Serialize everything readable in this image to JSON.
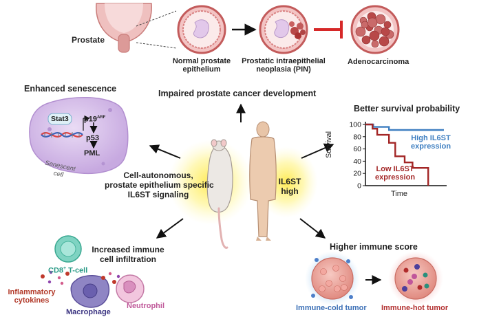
{
  "top": {
    "prostate": "Prostate",
    "normal_line1": "Normal prostate",
    "normal_line2": "epithelium",
    "pin_line1": "Prostatic intraepithelial",
    "pin_line2": "neoplasia (PIN)",
    "adeno": "Adenocarcinoma"
  },
  "center": {
    "impaired": "Impaired prostate cancer development",
    "signal_line1": "Cell-autonomous,",
    "signal_line2": "prostate epithelium specific",
    "signal_line3": "IL6ST signaling",
    "il6st_line1": "IL6ST",
    "il6st_line2": "high"
  },
  "senescence": {
    "title": "Enhanced senescence",
    "stat3": "Stat3",
    "p19": "p19",
    "p19_sup": "ARF",
    "p53": "p53",
    "pml": "PML",
    "cell_line1": "Senescent",
    "cell_line2": "cell"
  },
  "survival": {
    "title": "Better survival probability",
    "ylabel": "Survival",
    "xlabel": "Time",
    "high_line1": "High IL6ST",
    "high_line2": "expression",
    "low_line1": "Low IL6ST",
    "low_line2": "expression",
    "colors": {
      "high": "#3f7fc1",
      "low": "#a32626"
    }
  },
  "chart_data": {
    "type": "line",
    "title": "Better survival probability",
    "xlabel": "Time",
    "ylabel": "Survival",
    "ylim": [
      0,
      100
    ],
    "yticks": [
      0,
      20,
      40,
      60,
      80,
      100
    ],
    "xlim": [
      0,
      10
    ],
    "series": [
      {
        "name": "High IL6ST expression",
        "step": true,
        "x": [
          0,
          1.0,
          1.0,
          3.0,
          3.0,
          10
        ],
        "y": [
          100,
          100,
          96,
          96,
          91,
          91
        ]
      },
      {
        "name": "Low IL6ST expression",
        "step": true,
        "x": [
          0,
          0.9,
          0.9,
          1.5,
          1.5,
          3.0,
          3.0,
          3.8,
          3.8,
          5.0,
          5.0,
          6.0,
          6.0,
          8.0,
          8.0
        ],
        "y": [
          100,
          100,
          93,
          93,
          83,
          83,
          70,
          70,
          48,
          48,
          38,
          38,
          29,
          29,
          0
        ]
      }
    ]
  },
  "immune": {
    "title_line1": "Increased immune",
    "title_line2": "cell infiltration",
    "tcell": "CD8",
    "tcell_sup": "+",
    "tcell_suffix": " T-cell",
    "inflammatory_line1": "Inflammatory",
    "inflammatory_line2": "cytokines",
    "macrophage": "Macrophage",
    "neutrophil": "Neutrophil"
  },
  "immune_score": {
    "title": "Higher immune score",
    "cold": "Immune-cold tumor",
    "hot": "Immune-hot tumor"
  }
}
